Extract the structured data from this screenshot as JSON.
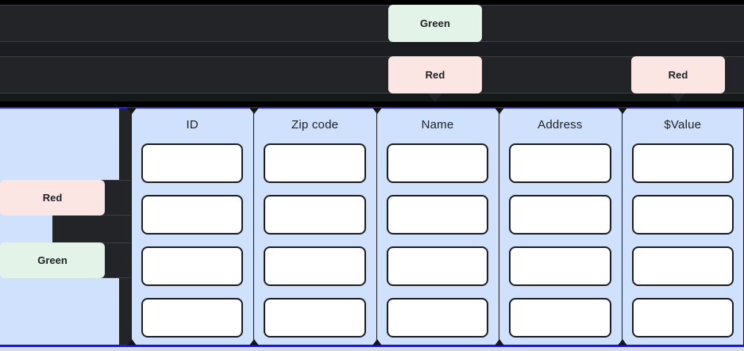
{
  "annotations": {
    "top_row_chips": [
      {
        "label": "Green",
        "color": "#e3f3e8",
        "name": "callout-green-top"
      }
    ],
    "second_row_chips": [
      {
        "label": "Red",
        "color": "#fbe6e4",
        "name": "callout-red-name"
      },
      {
        "label": "Red",
        "color": "#fbe6e4",
        "name": "callout-red-value"
      }
    ],
    "left_chips": [
      {
        "label": "Red",
        "color": "#fbe6e4",
        "name": "callout-red-left"
      },
      {
        "label": "Green",
        "color": "#e3f3e8",
        "name": "callout-green-left"
      }
    ]
  },
  "form": {
    "columns": [
      {
        "header": "ID"
      },
      {
        "header": "Zip code"
      },
      {
        "header": "Name"
      },
      {
        "header": "Address"
      },
      {
        "header": "$Value"
      }
    ],
    "row_count": 4,
    "field_value": ""
  },
  "colors": {
    "canvas": "#cfe1fc",
    "band": "#232427",
    "accent_border": "#1717e8",
    "field_border": "#1d1e20",
    "green": "#e3f3e8",
    "red": "#fbe6e4"
  }
}
